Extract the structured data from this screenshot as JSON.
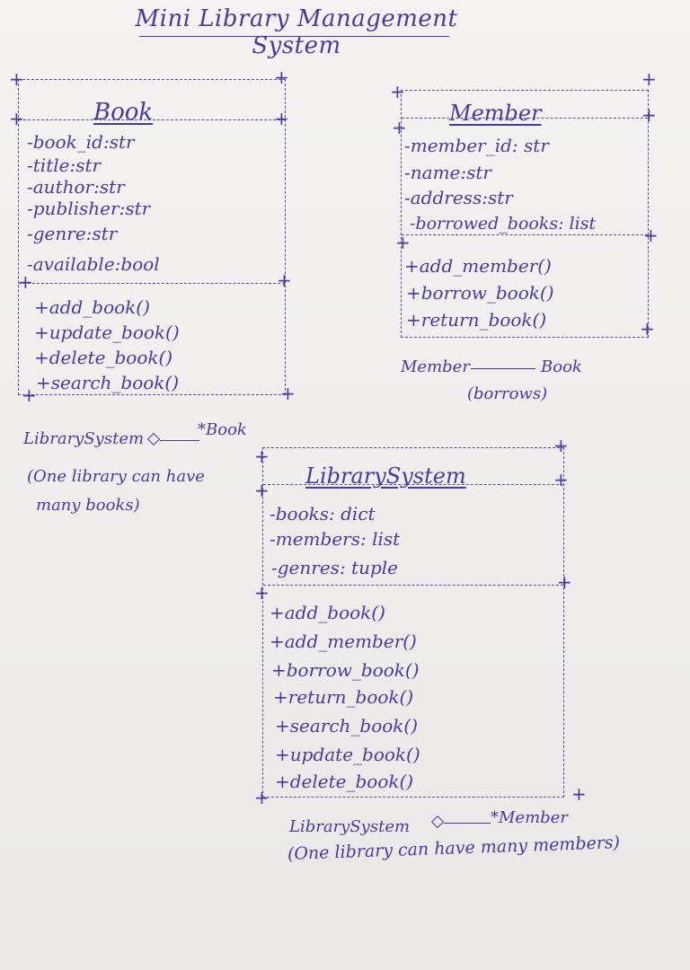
{
  "title": "Mini Library Management System",
  "classes": {
    "book": {
      "name": "Book",
      "attributes": [
        "-book_id:str",
        "-title:str",
        "-author:str",
        "-publisher:str",
        "-genre:str",
        "-available:bool"
      ],
      "methods": [
        "+add_book()",
        "+update_book()",
        "+delete_book()",
        "+search_book()"
      ]
    },
    "member": {
      "name": "Member",
      "attributes": [
        "-member_id: str",
        "-name:str",
        "-address:str",
        "-borrowed_books: list"
      ],
      "methods": [
        "+add_member()",
        "+borrow_book()",
        "+return_book()"
      ]
    },
    "librarysystem": {
      "name": "LibrarySystem",
      "attributes": [
        "-books: dict",
        "-members: list",
        "-genres: tuple"
      ],
      "methods": [
        "+add_book()",
        "+add_member()",
        "+borrow_book()",
        "+return_book()",
        "+search_book()",
        "+update_book()",
        "+delete_book()"
      ]
    }
  },
  "relations": {
    "member_book": {
      "left": "Member",
      "right": "Book",
      "label": "(borrows)"
    },
    "library_book": {
      "left": "LibrarySystem",
      "right": "*Book",
      "line1": "(One library can have",
      "line2": "many books)"
    },
    "library_member": {
      "left": "LibrarySystem",
      "right": "*Member",
      "note": "(One library can have many members)"
    }
  }
}
